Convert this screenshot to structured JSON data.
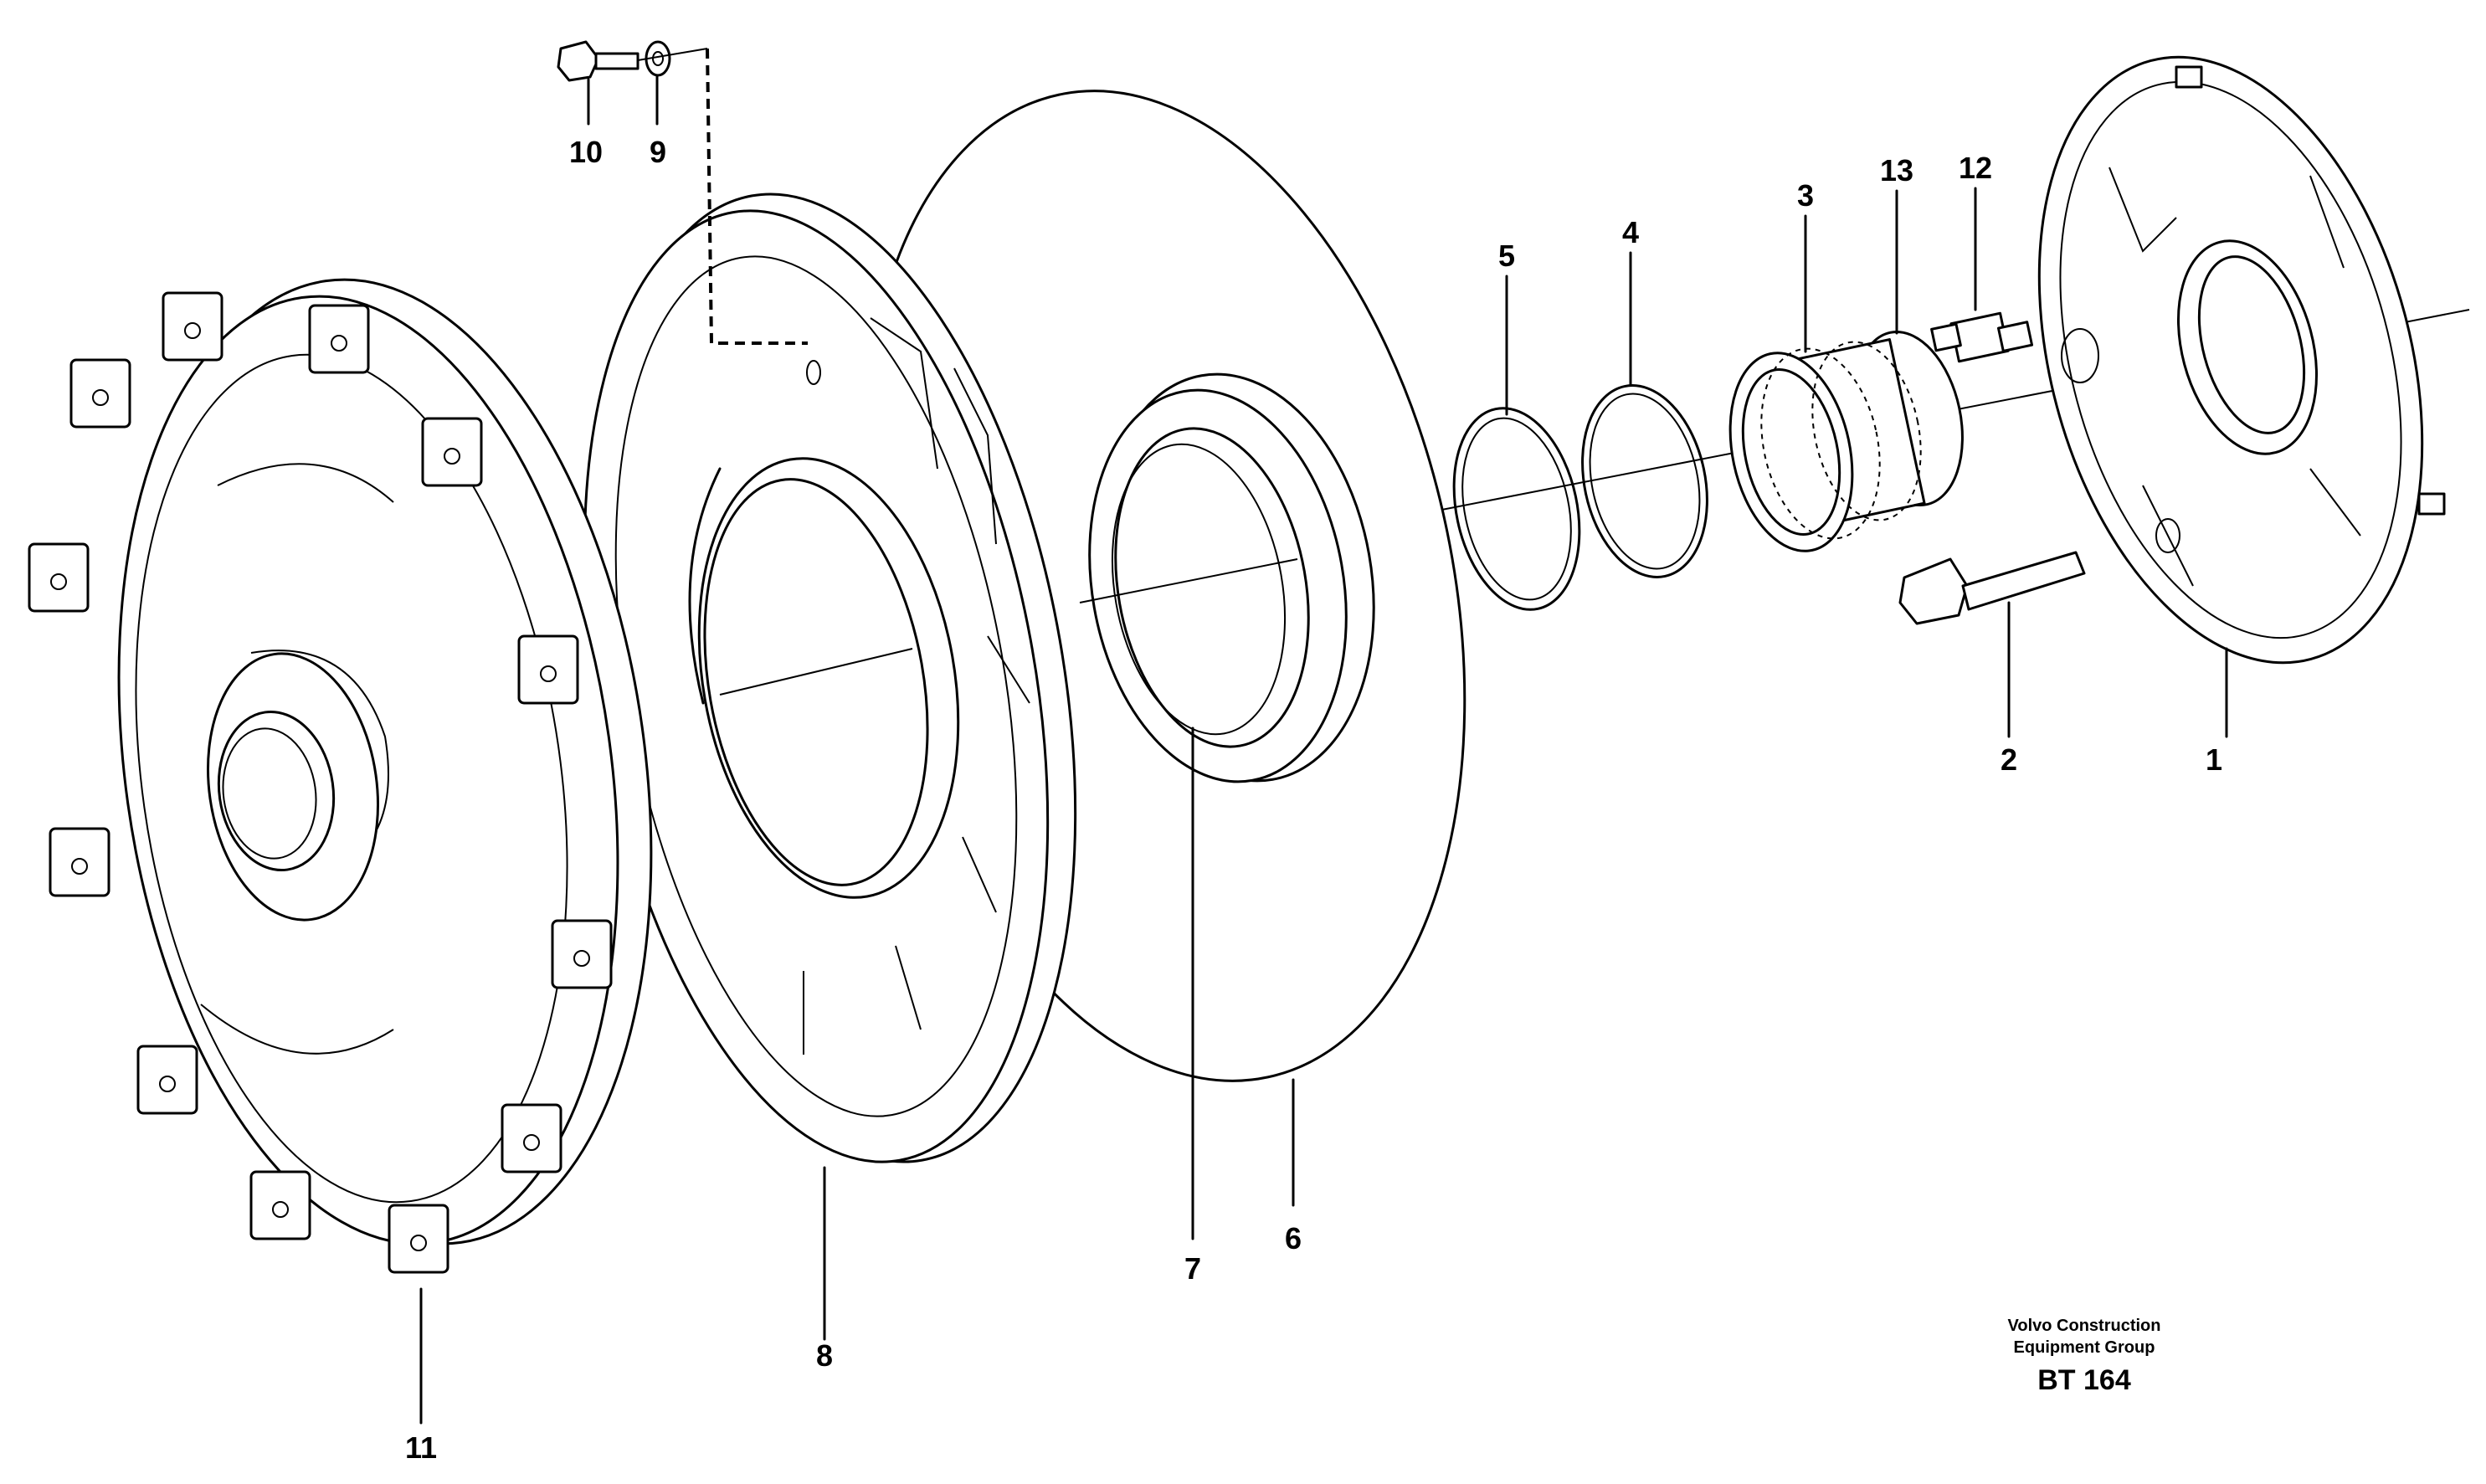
{
  "callouts": [
    {
      "id": "1",
      "text": "1"
    },
    {
      "id": "2",
      "text": "2"
    },
    {
      "id": "3",
      "text": "3"
    },
    {
      "id": "4",
      "text": "4"
    },
    {
      "id": "5",
      "text": "5"
    },
    {
      "id": "6",
      "text": "6"
    },
    {
      "id": "7",
      "text": "7"
    },
    {
      "id": "8",
      "text": "8"
    },
    {
      "id": "9",
      "text": "9"
    },
    {
      "id": "10",
      "text": "10"
    },
    {
      "id": "11",
      "text": "11"
    },
    {
      "id": "12",
      "text": "12"
    },
    {
      "id": "13",
      "text": "13"
    }
  ],
  "footer": {
    "company_line1": "Volvo Construction",
    "company_line2": "Equipment Group",
    "code": "BT 164"
  }
}
